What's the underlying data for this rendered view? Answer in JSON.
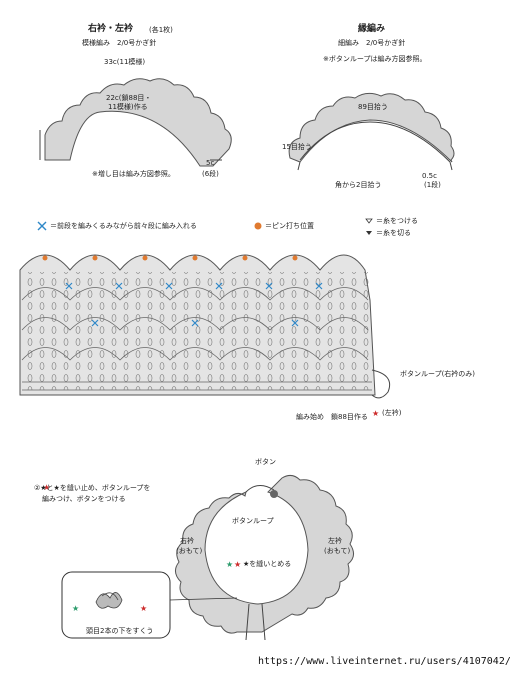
{
  "top_left": {
    "title": "右衿・左衿",
    "count": "(各1枚)",
    "subtitle": "模様編み　2/0号かぎ針",
    "dim_outer": "33c(11模様)",
    "dim_inner_1": "22c(鎖88目・",
    "dim_inner_2": "11模様)作る",
    "dim_side_1": "5c",
    "dim_side_2": "(6段)",
    "note": "※増し目は編み方図参照。"
  },
  "top_right": {
    "title": "縁編み",
    "subtitle": "細編み　2/0号かぎ針",
    "note": "※ボタンループは編み方図参照。",
    "pick_top": "89目拾う",
    "pick_left": "15目拾う",
    "pick_corner": "角から2目拾う",
    "dim_side_1": "0.5c",
    "dim_side_2": "(1段)"
  },
  "legend": {
    "cross": "＝前段を編みくるみながら前々段に編み入れる",
    "pin": "＝ピン打ち位置",
    "attach": "＝糸をつける",
    "cut": "＝糸を切る"
  },
  "chart": {
    "button_loop": "ボタンループ(右衿のみ)",
    "right_label": "(左衿)",
    "start": "編み始め　鎖88目作る"
  },
  "assembly": {
    "step_1": "②★と★を縫い止め、ボタンループを",
    "step_2": "編みつけ、ボタンをつける",
    "button": "ボタン",
    "button_loop": "ボタンループ",
    "right_collar_1": "右衿",
    "right_collar_2": "(おもて)",
    "left_collar_1": "左衿",
    "left_collar_2": "(おもて)",
    "sew": "★を縫いとめる",
    "detail": "頭目2本の下をすくう"
  },
  "footer": {
    "url": "https://www.liveinternet.ru/users/4107042/"
  },
  "colors": {
    "fill": "#d6d6d6",
    "cross_blue": "#2f88c8",
    "pin_orange": "#e07a30",
    "star_red": "#cc2a2a",
    "star_green": "#2a9a6a"
  }
}
